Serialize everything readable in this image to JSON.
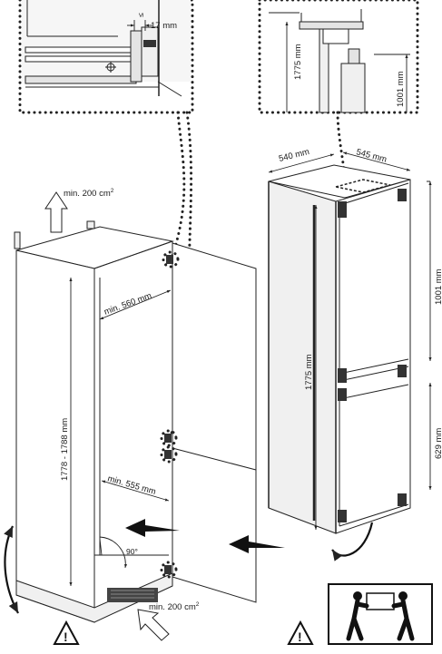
{
  "detail_left": {
    "gap_label": "17 mm",
    "le_symbol": "≤"
  },
  "detail_right": {
    "height_total": "1775 mm",
    "height_lower": "1001 mm"
  },
  "fridge": {
    "width": "540 mm",
    "depth": "545 mm",
    "height_total": "1775 mm",
    "height_upper": "1001 mm",
    "height_lower": "629 mm"
  },
  "cabinet": {
    "vent_top": "min. 200 cm",
    "vent_top_sup": "2",
    "inner_height": "1778 - 1788 mm",
    "width_top": "min. 560 mm",
    "width_bottom": "min. 555 mm",
    "angle": "90°",
    "vent_bottom": "min. 200 cm",
    "vent_bottom_sup": "2"
  },
  "warnings": {
    "symbol": "!"
  }
}
